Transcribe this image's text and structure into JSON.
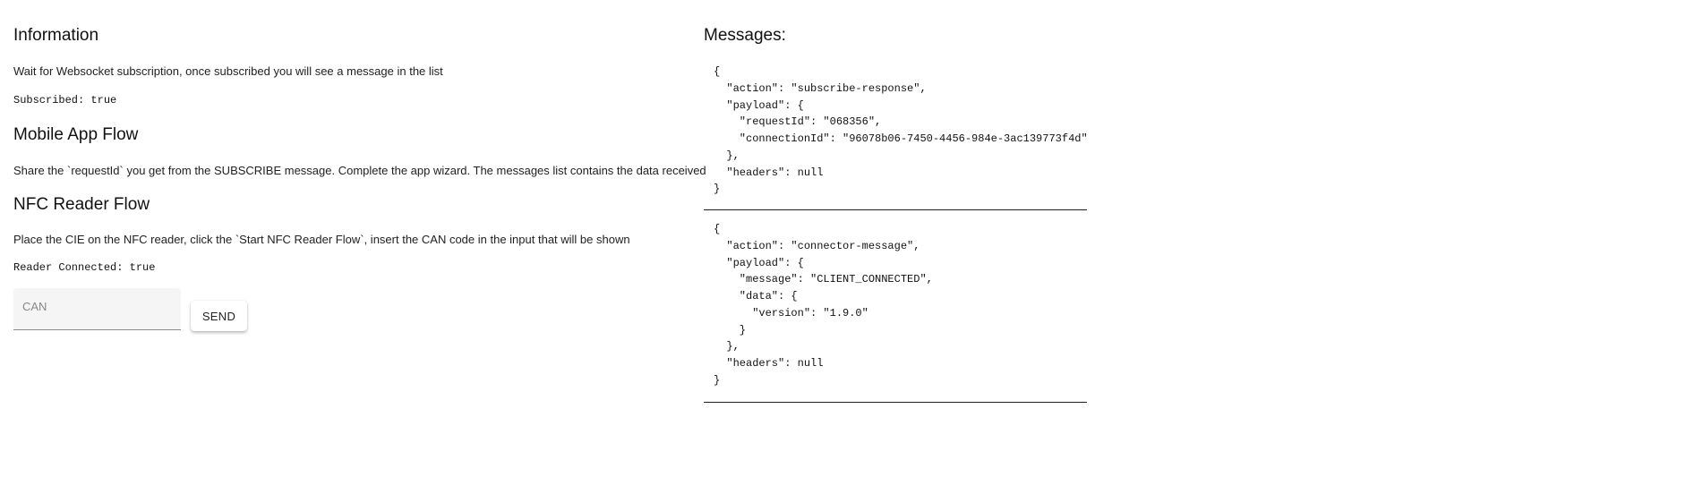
{
  "information": {
    "title": "Information",
    "text": "Wait for Websocket subscription, once subscribed you will see a message in the list",
    "status": "Subscribed: true"
  },
  "mobile": {
    "title": "Mobile App Flow",
    "text": "Share the `requestId` you get from the SUBSCRIBE message. Complete the app wizard. The messages list contains the data received"
  },
  "nfc": {
    "title": "NFC Reader Flow",
    "text": "Place the CIE on the NFC reader, click the `Start NFC Reader Flow`, insert the CAN code in the input that will be shown",
    "status": "Reader Connected: true",
    "can_placeholder": "CAN",
    "can_value": "",
    "send_label": "SEND"
  },
  "messages": {
    "title": "Messages:",
    "items": [
      "{\n  \"action\": \"subscribe-response\",\n  \"payload\": {\n    \"requestId\": \"068356\",\n    \"connectionId\": \"96078b06-7450-4456-984e-3ac139773f4d\"\n  },\n  \"headers\": null\n}",
      "{\n  \"action\": \"connector-message\",\n  \"payload\": {\n    \"message\": \"CLIENT_CONNECTED\",\n    \"data\": {\n      \"version\": \"1.9.0\"\n    }\n  },\n  \"headers\": null\n}"
    ]
  }
}
